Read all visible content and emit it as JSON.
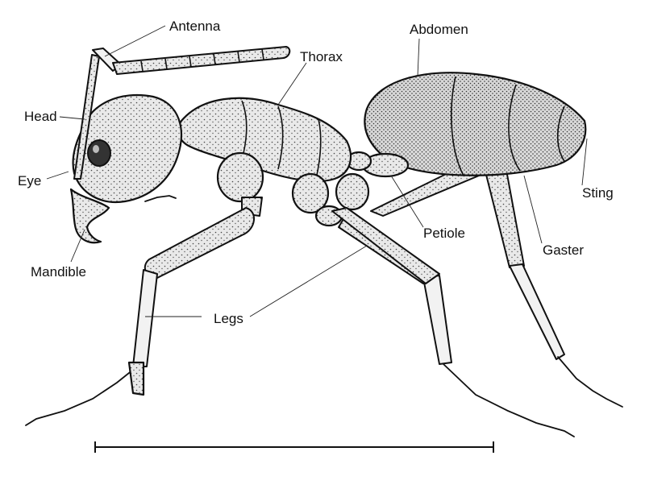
{
  "labels": {
    "antenna": "Antenna",
    "abdomen": "Abdomen",
    "thorax": "Thorax",
    "head": "Head",
    "eye": "Eye",
    "sting": "Sting",
    "petiole": "Petiole",
    "gaster": "Gaster",
    "mandible": "Mandible",
    "legs": "Legs"
  }
}
